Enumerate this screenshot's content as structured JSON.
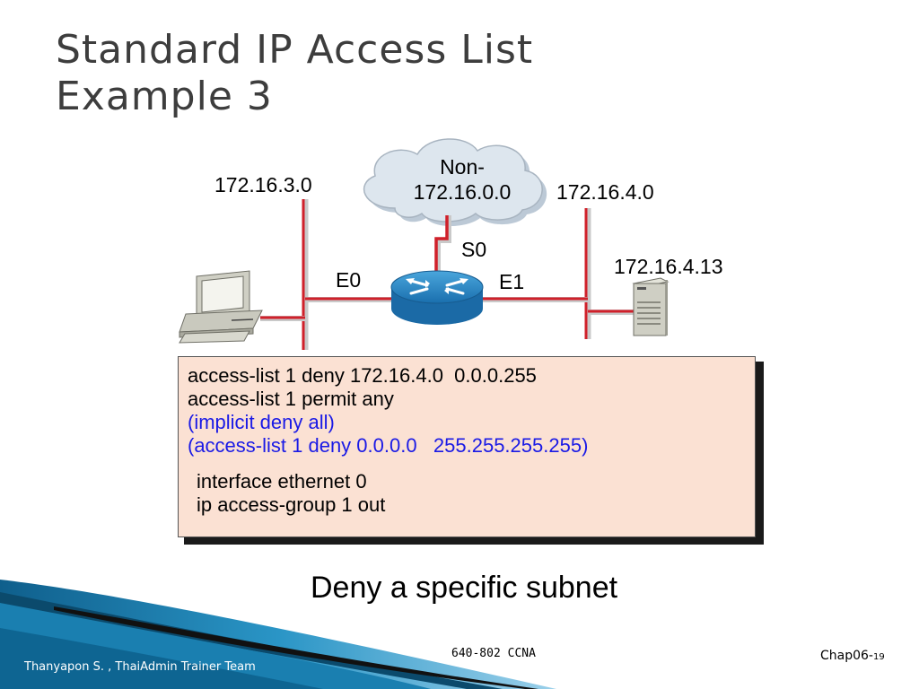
{
  "slide": {
    "title_line1": "Standard IP Access List",
    "title_line2": "Example 3",
    "caption": "Deny a specific subnet"
  },
  "network": {
    "left_network": "172.16.3.0",
    "right_network": "172.16.4.0",
    "cloud_line1": "Non-",
    "cloud_line2": "172.16.0.0",
    "serial_interface": "S0",
    "left_interface": "E0",
    "right_interface": "E1",
    "server_address": "172.16.4.13",
    "colors": {
      "link": "#d0202a",
      "router": "#1f7fbf",
      "cloud": "#d8e2ec"
    }
  },
  "config": {
    "line1": "access-list 1 deny 172.16.4.0  0.0.0.255",
    "line2": "access-list 1 permit any",
    "line3": "(implicit deny all)",
    "line4": "(access-list 1 deny 0.0.0.0   255.255.255.255)",
    "line5": "interface ethernet 0",
    "line6": "ip access-group 1 out"
  },
  "footer": {
    "author": "Thanyapon S. , ThaiAdmin Trainer Team",
    "course": "640-802 CCNA",
    "chapter": "Chap06-",
    "page": "19"
  }
}
